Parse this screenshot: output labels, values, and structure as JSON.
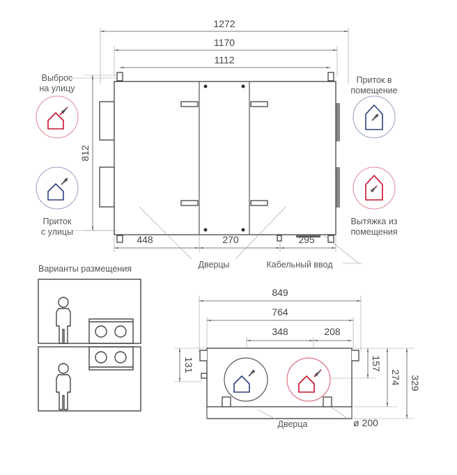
{
  "colors": {
    "red": "#c8102e",
    "blue": "#2e3f7f",
    "line": "#333333"
  },
  "top_view": {
    "dims": {
      "overall": "1272",
      "mid": "1170",
      "inner": "1112",
      "height": "812",
      "left": "448",
      "center": "270",
      "right": "295"
    },
    "labels": {
      "exhaust_out_1": "Выброс",
      "exhaust_out_2": "на улицу",
      "supply_in_1": "Приток",
      "supply_in_2": "с улицы",
      "supply_room_1": "Приток в",
      "supply_room_2": "помещение",
      "extract_room_1": "Вытяжка из",
      "extract_room_2": "помещения",
      "doors": "Дверцы",
      "cable": "Кабельный ввод"
    }
  },
  "placement": {
    "title": "Варианты размещения"
  },
  "front_view": {
    "dims": {
      "overall": "849",
      "inner": "764",
      "spacing": "348",
      "offset": "208",
      "left_h": "131",
      "h157": "157",
      "h274": "274",
      "h329": "329"
    },
    "labels": {
      "door": "Дверца",
      "diameter": "ø 200"
    }
  }
}
